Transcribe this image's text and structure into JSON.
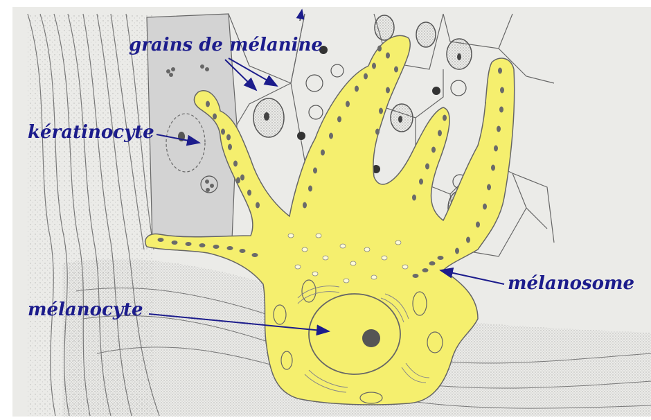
{
  "labels": {
    "grains": "grains de mélanine",
    "keratinocyte": "kératinocyte",
    "melanosome": "mélanosome",
    "melanocyte": "mélanocyte"
  },
  "colors": {
    "background": "#ffffff",
    "paper": "#ebebe8",
    "keratinocyte_shade": "#d3d3d3",
    "melanocyte_fill": "#f5ef6e",
    "label_text": "#1c1c8c",
    "arrow": "#1c1c8c",
    "ink": "#555555"
  }
}
